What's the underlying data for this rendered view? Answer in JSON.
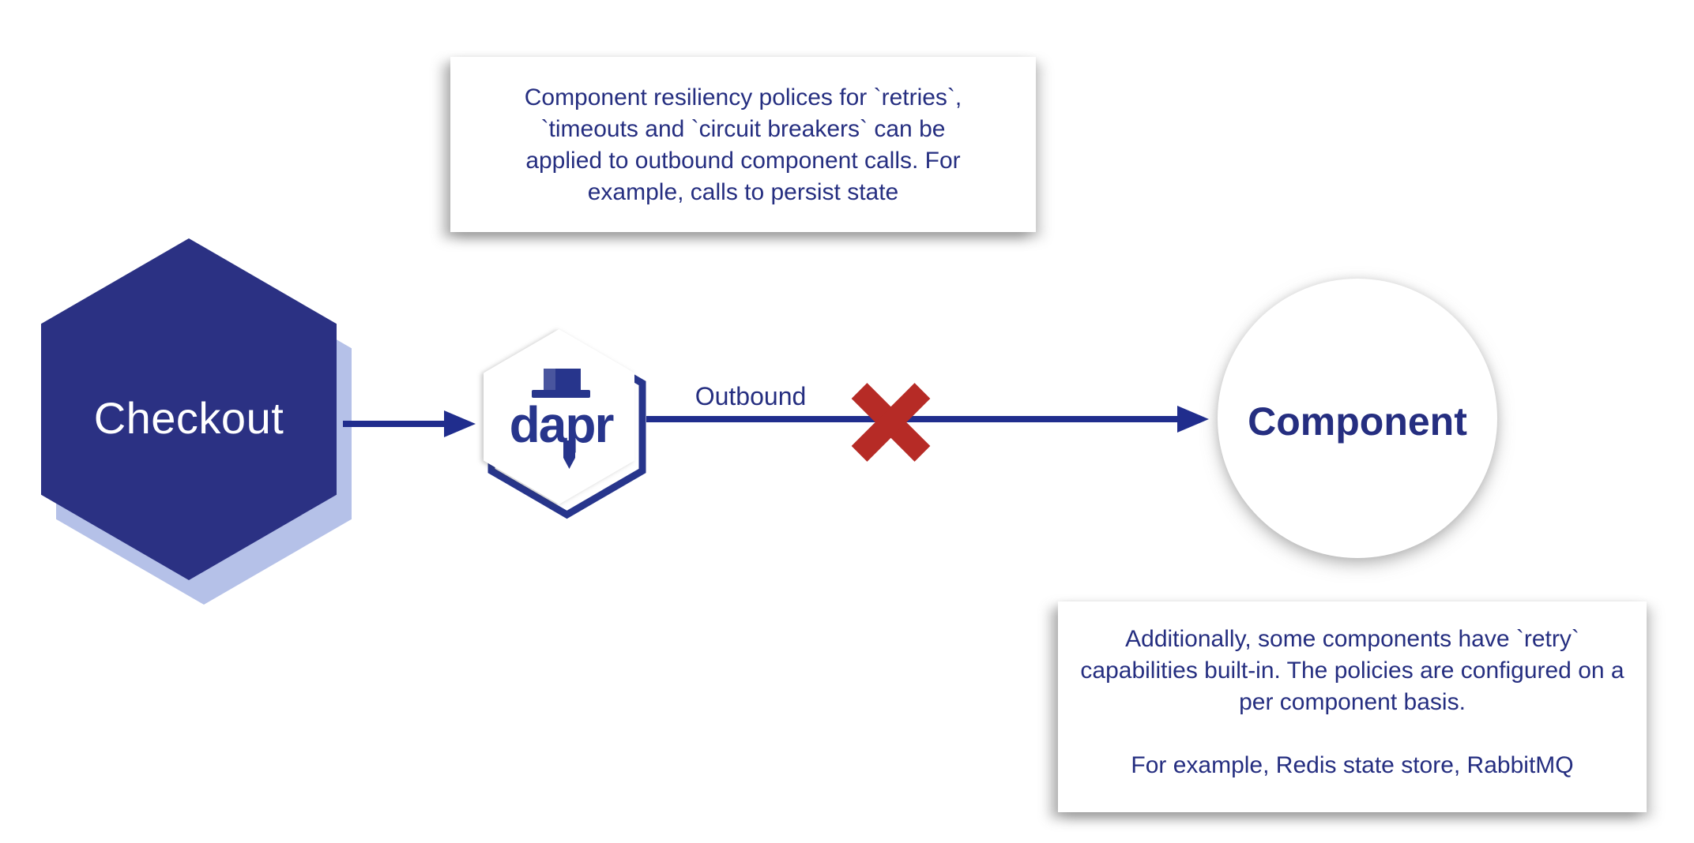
{
  "colors": {
    "navy": "#2b3183",
    "navy_light_shadow": "#b5c1e8",
    "dapr_blue": "#27358c",
    "line_blue": "#202d8d",
    "text_navy": "#252e80",
    "red_x": "#b62b26"
  },
  "nodes": {
    "checkout": {
      "label": "Checkout",
      "shape": "hexagon"
    },
    "dapr": {
      "label": "dapr",
      "shape": "hexagon-logo"
    },
    "component": {
      "label": "Component",
      "shape": "circle"
    }
  },
  "edges": {
    "checkout_to_dapr": {
      "label": ""
    },
    "dapr_to_component": {
      "label": "Outbound",
      "status_icon": "red-x-failure"
    }
  },
  "notes": {
    "top": {
      "lines": [
        "Component resiliency polices for `retries`,",
        "`timeouts and `circuit breakers` can be",
        "applied to outbound component calls. For",
        "example, calls to persist state"
      ]
    },
    "bottom": {
      "lines": [
        "Additionally, some components have `retry`",
        "capabilities built-in. The policies are configured on a",
        "per component basis.",
        "",
        "For example, Redis state store, RabbitMQ"
      ]
    }
  }
}
